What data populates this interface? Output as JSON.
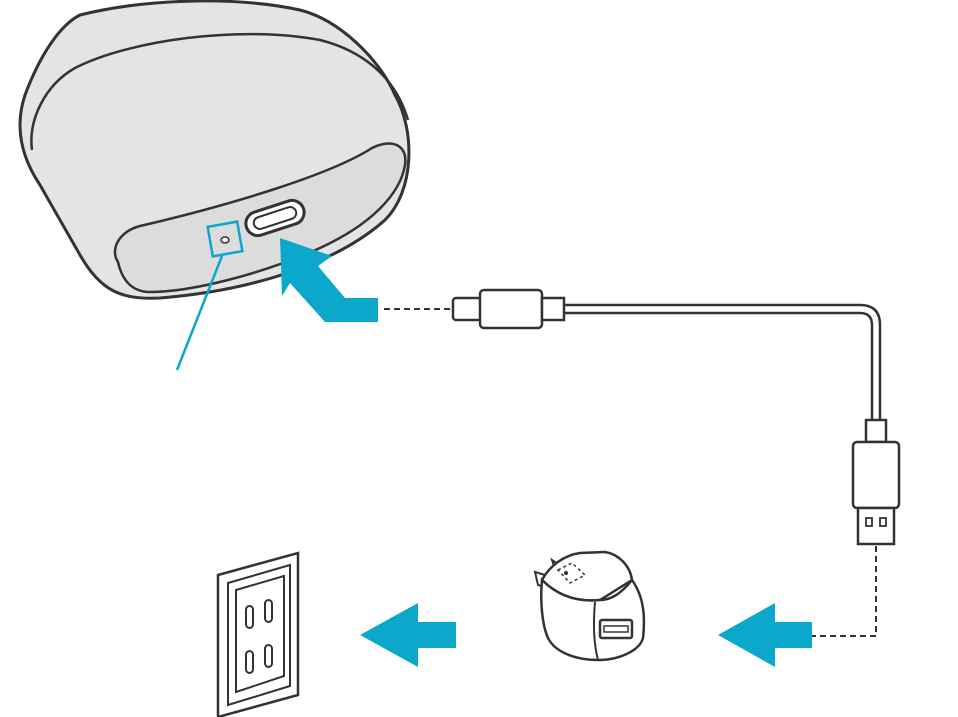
{
  "diagram": {
    "description_free": true,
    "colors": {
      "accent_arrow": "#0ba8cc",
      "outline": "#333333",
      "case_fill": "#e4e4e4",
      "case_lid_fill": "#dcdcdc",
      "white": "#ffffff"
    },
    "components": {
      "case": {
        "icon": "earbuds-charging-case"
      },
      "led": {
        "icon": "status-led-indicator"
      },
      "port": {
        "icon": "usb-c-port"
      },
      "cable": {
        "icon": "usb-c-to-usb-a-cable"
      },
      "usb_a_plug": {
        "icon": "usb-a-plug"
      },
      "adapter": {
        "icon": "usb-power-adapter"
      },
      "outlet": {
        "icon": "wall-outlet"
      }
    },
    "arrows": [
      {
        "name": "arrow-into-case-port",
        "direction": "up-left"
      },
      {
        "name": "arrow-adapter-to-outlet",
        "direction": "left"
      },
      {
        "name": "arrow-cable-to-adapter",
        "direction": "left"
      }
    ]
  }
}
